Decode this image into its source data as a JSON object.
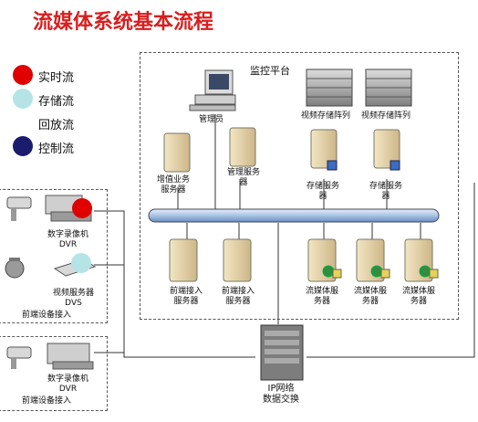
{
  "title": "流媒体系统基本流程",
  "legend": [
    {
      "label": "实时流",
      "color": "#e00000"
    },
    {
      "label": "存储流",
      "color": "#b6e3e6"
    },
    {
      "label": "回放流",
      "color": ""
    },
    {
      "label": "控制流",
      "color": "#1c1c6e"
    }
  ],
  "platform_label": "监控平台",
  "nodes": {
    "admin": "管理员",
    "storage_array_1": "视频存储阵列",
    "storage_array_2": "视频存储阵列",
    "vas_1": "增值业务",
    "vas_2": "服务器",
    "mgmt_1": "管理服务",
    "mgmt_2": "器",
    "storage_server_1a": "存储服务",
    "storage_server_1b": "器",
    "storage_server_2a": "存储服务",
    "storage_server_2b": "器",
    "access_1a": "前端接入",
    "access_1b": "服务器",
    "access_2a": "前端接入",
    "access_2b": "服务器",
    "stream_1a": "流媒体服",
    "stream_1b": "务器",
    "stream_2a": "流媒体服",
    "stream_2b": "务器",
    "stream_3a": "流媒体服",
    "stream_3b": "务器",
    "dvr_1a": "数字录像机",
    "dvr_1b": "DVR",
    "dvs_a": "视频服务器",
    "dvs_b": "DVS",
    "frontend_1": "前端设备接入",
    "dvr_2a": "数字录像机",
    "dvr_2b": "DVR",
    "frontend_2": "前端设备接入",
    "ip_a": "IP网络",
    "ip_b": "数据交换"
  }
}
